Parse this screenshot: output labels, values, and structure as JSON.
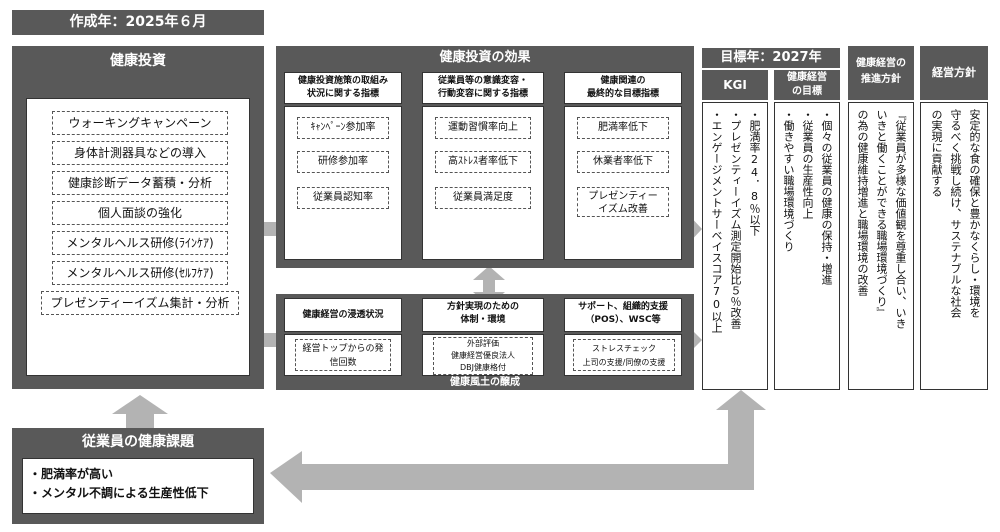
{
  "created_label": "作成年：2025年６月",
  "investment": {
    "title": "健康投資",
    "items": [
      "ウォーキングキャンペーン",
      "身体計測器具などの導入",
      "健康診断データ蓄積・分析",
      "個人面談の強化",
      "メンタルヘルス研修(ﾗｲﾝｹｱ)",
      "メンタルヘルス研修(ｾﾙﾌｹｱ)",
      "プレゼンティーイズム集計・分析"
    ]
  },
  "effect": {
    "title": "健康投資の効果",
    "col1": {
      "head_line1": "健康投資施策の取組み",
      "head_line2": "状況に関する指標",
      "items": [
        "ｷｬﾝﾍﾟｰﾝ参加率",
        "研修参加率",
        "従業員認知率"
      ]
    },
    "col2": {
      "head_line1": "従業員等の意識変容・",
      "head_line2": "行動変容に関する指標",
      "items": [
        "運動習慣率向上",
        "高ｽﾄﾚｽ者率低下",
        "従業員満足度"
      ]
    },
    "col3": {
      "head_line1": "健康関連の",
      "head_line2": "最終的な目標指標",
      "items": [
        "肥満率低下",
        "休業者率低下",
        "プレゼンティー",
        "イズム改善"
      ]
    }
  },
  "culture": {
    "title": "健康風土の醸成",
    "col1": {
      "head": "健康経営の浸透状況",
      "item_line1": "経営トップからの発",
      "item_line2": "信回数"
    },
    "col2": {
      "head_line1": "方針実現のための",
      "head_line2": "体制・環境",
      "item_line1": "外部評価",
      "item_line2": "健康経営優良法人",
      "item_line3": "DBJ健康格付"
    },
    "col3": {
      "head_line1": "サポート、組織的支援",
      "head_line2": "（POS）、WSC等",
      "item_line1": "ストレスチェック",
      "item_line2": "上司の支援/同僚の支援"
    }
  },
  "target_year": "目標年：2027年",
  "kgi": {
    "title": "KGI",
    "line1": "・肥満率24．8％以下",
    "line2": "・プレゼンティーイズム測定開始比５％改善",
    "line3": "・エンゲージメントサーベイスコア70以上"
  },
  "health_goals": {
    "title_line1": "健康経営",
    "title_line2": "の目標",
    "line1": "・個々の従業員の健康の保持・増進",
    "line2": "・従業員の生産性向上",
    "line3": "・働きやすい職場環境づくり"
  },
  "promotion_policy": {
    "title_line1": "健康経営の",
    "title_line2": "推進方針",
    "line1": "『従業員が多様な価値観を尊重し合い、いき",
    "line2": "いきと働くことができる職場環境づくり』",
    "line3": "の為の健康維持増進と職場環境の改善"
  },
  "management_policy": {
    "title": "経営方針",
    "line1": "安定的な食の確保と豊かなくらし・環境を",
    "line2": "守るべく挑戦し続け、サステナブルな社会",
    "line3": "の実現に貢献する"
  },
  "issues": {
    "title": "従業員の健康課題",
    "items": [
      "・肥満率が高い",
      "・メンタル不調による生産性低下"
    ]
  },
  "colors": {
    "dark": "#595959",
    "arrow": "#b3b3b3",
    "white": "#ffffff"
  }
}
